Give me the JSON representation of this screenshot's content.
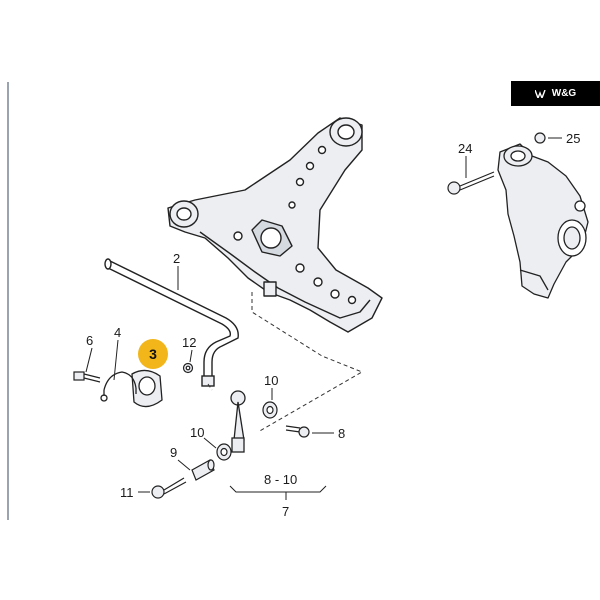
{
  "brand": {
    "logo_text": "W&G"
  },
  "callouts": {
    "c2": "2",
    "c3": "3",
    "c4": "4",
    "c6": "6",
    "c7": "7",
    "c8": "8",
    "c8_10": "8 - 10",
    "c9": "9",
    "c10_upper": "10",
    "c10_lower": "10",
    "c11": "11",
    "c12": "12",
    "c24": "24",
    "c25": "25"
  },
  "colors": {
    "highlight": "#f2b51a",
    "line": "#222222",
    "part_fill": "#eceef2"
  }
}
